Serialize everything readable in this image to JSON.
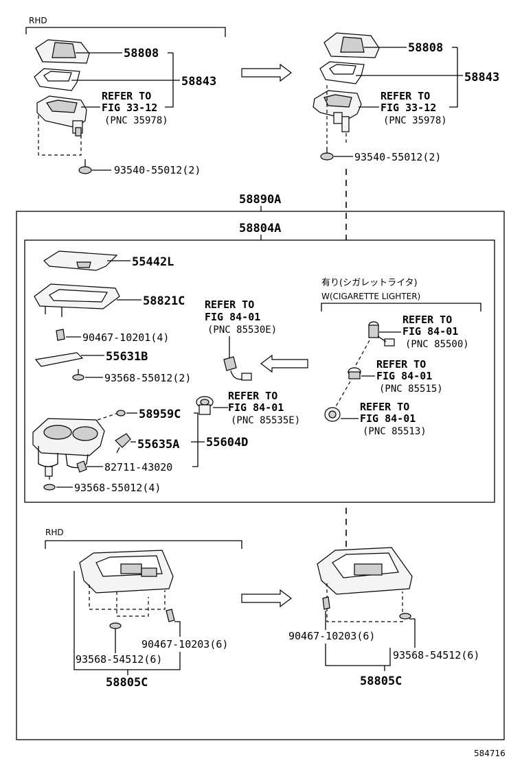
{
  "labels": {
    "rhd": "RHD",
    "p58808": "58808",
    "p58843": "58843",
    "refer_to": "REFER TO",
    "fig_33_12": "FIG 33-12",
    "pnc_35978": "(PNC 35978)",
    "bolt_93540": "93540-55012(2)",
    "p58890a": "58890A",
    "p58804a": "58804A",
    "p55442l": "55442L",
    "p58821c": "58821C",
    "clip_90467_10201": "90467-10201(4)",
    "p55631b": "55631B",
    "bolt_93568_55012_2": "93568-55012(2)",
    "fig_84_01": "FIG 84-01",
    "pnc_85530e": "(PNC 85530E)",
    "pnc_85535e": "(PNC 85535E)",
    "p58959c": "58959C",
    "p55635a": "55635A",
    "p55604d": "55604D",
    "p82711": "82711-43020",
    "bolt_93568_55012_4": "93568-55012(4)",
    "cig_jp": "有り(シガレットライタ)",
    "cig_en": "W(CIGARETTE LIGHTER)",
    "pnc_85500": "(PNC 85500)",
    "pnc_85515": "(PNC 85515)",
    "pnc_85513": "(PNC 85513)",
    "clip_90467_10203": "90467-10203(6)",
    "bolt_93568_54512": "93568-54512(6)",
    "p58805c": "58805C",
    "figure_no": "584716"
  }
}
